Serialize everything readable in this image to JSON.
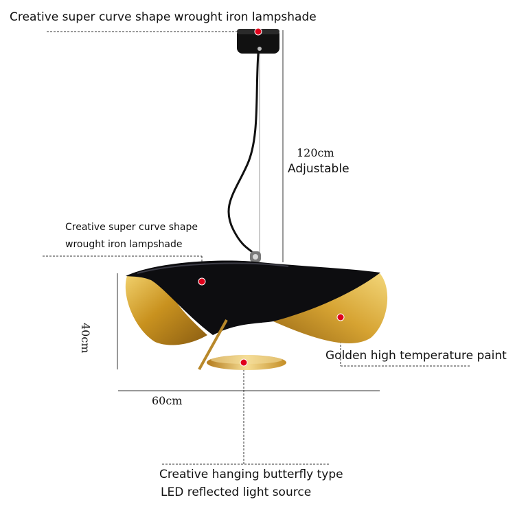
{
  "labels": {
    "top_shade": "Creative super curve shape wrought iron lampshade",
    "mid_shade_line1": "Creative super curve shape",
    "mid_shade_line2": "wrought iron lampshade",
    "gold_paint": "Golden high temperature paint",
    "led_line1": "Creative hanging butterfly type",
    "led_line2": "LED reflected light source"
  },
  "dimensions": {
    "height": "120cm",
    "adjustable": "Adjustable",
    "width": "60cm",
    "depth": "40cm"
  },
  "colors": {
    "shade_black": "#0d0d10",
    "gold": "#d8a52c",
    "marker": "#e0001b",
    "line": "#333333"
  }
}
